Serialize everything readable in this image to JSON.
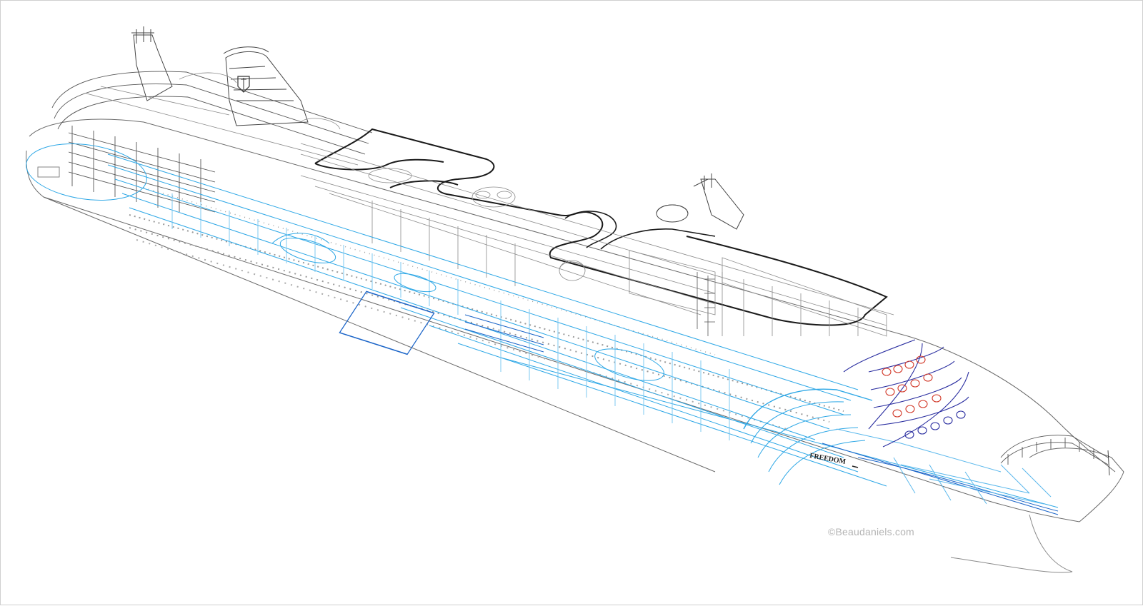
{
  "ship": {
    "hull_name": "FREEDOM",
    "hull_name_mark": "",
    "funnel_logo": "crown-and-anchor-logo"
  },
  "credit": {
    "copyright": "©Beaudaniels.com"
  },
  "colors": {
    "outline": "#3a3a3a",
    "light_outline": "#8a8a8a",
    "interior_cyan": "#2fa8e6",
    "interior_blue": "#1a64c8",
    "window_red": "#d23a2a",
    "window_navy": "#2a2ea0",
    "background": "#ffffff"
  }
}
